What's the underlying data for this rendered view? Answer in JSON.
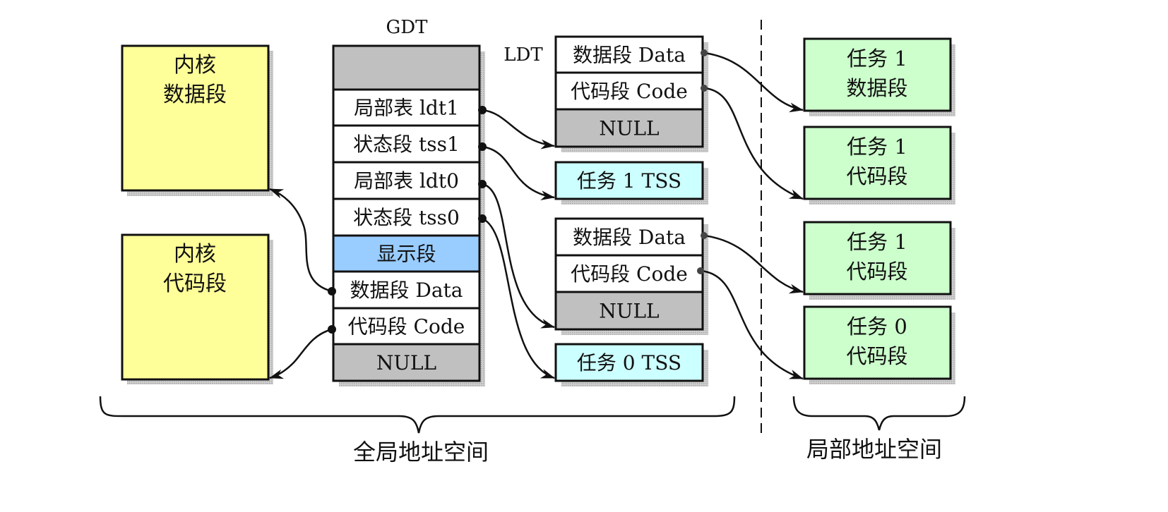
{
  "colors": {
    "kernel": "#ffff99",
    "gdt_gray": "#c0c0c0",
    "display": "#99ccff",
    "tss": "#ccffff",
    "task_segment": "#ccffcc",
    "white": "#ffffff",
    "stroke": "#111111"
  },
  "kernel_data": {
    "line1": "内核",
    "line2": "数据段"
  },
  "kernel_code": {
    "line1": "内核",
    "line2": "代码段"
  },
  "gdt": {
    "title": "GDT",
    "rows": [
      {
        "label": "",
        "kind": "gray"
      },
      {
        "label": "局部表 ldt1",
        "kind": "white"
      },
      {
        "label": "状态段 tss1",
        "kind": "white"
      },
      {
        "label": "局部表 ldt0",
        "kind": "white"
      },
      {
        "label": "状态段 tss0",
        "kind": "white"
      },
      {
        "label": "显示段",
        "kind": "display"
      },
      {
        "label": "数据段 Data",
        "kind": "white"
      },
      {
        "label": "代码段 Code",
        "kind": "white"
      },
      {
        "label": "NULL",
        "kind": "gray"
      }
    ]
  },
  "ldt1": {
    "title": "LDT",
    "rows": [
      {
        "label": "数据段 Data",
        "kind": "white"
      },
      {
        "label": "代码段 Code",
        "kind": "white"
      },
      {
        "label": "NULL",
        "kind": "gray"
      }
    ]
  },
  "tss1": {
    "label": "任务 1 TSS"
  },
  "ldt0": {
    "rows": [
      {
        "label": "数据段 Data",
        "kind": "white"
      },
      {
        "label": "代码段 Code",
        "kind": "white"
      },
      {
        "label": "NULL",
        "kind": "gray"
      }
    ]
  },
  "tss0": {
    "label": "任务 0 TSS"
  },
  "task_segments": [
    {
      "line1": "任务 1",
      "line2": "数据段"
    },
    {
      "line1": "任务 1",
      "line2": "代码段"
    },
    {
      "line1": "任务 1",
      "line2": "代码段"
    },
    {
      "line1": "任务 0",
      "line2": "代码段"
    }
  ],
  "labels": {
    "global_space": "全局地址空间",
    "local_space": "局部地址空间"
  }
}
